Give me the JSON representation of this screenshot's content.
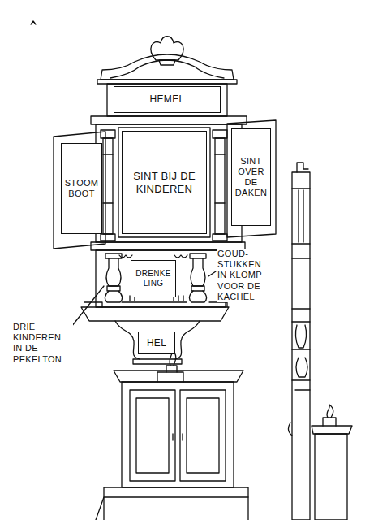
{
  "diagram": {
    "nodes": [
      {
        "text": [
          "HEMEL"
        ]
      },
      {
        "text": [
          "STOOM BOOT"
        ]
      },
      {
        "text": [
          "SINT BIJ DE KINDEREN"
        ]
      },
      {
        "text": [
          "SINT OVER DE DAKEN"
        ]
      },
      {
        "text": [
          "DRENKE LING"
        ]
      },
      {
        "text": [
          "HEL"
        ]
      }
    ],
    "labels": [
      "GOUD- STUKKEN IN KLOMP VOOR DE KACHEL",
      "DRIE KINDEREN IN DE PEKELTON"
    ]
  }
}
